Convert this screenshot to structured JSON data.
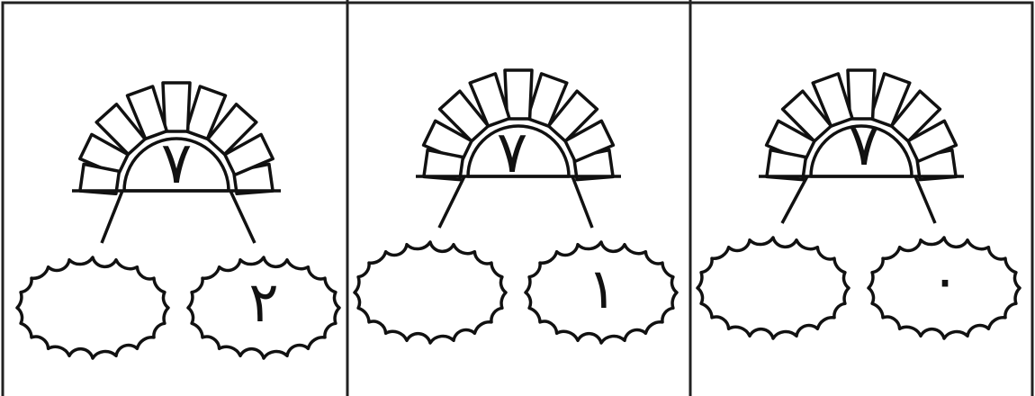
{
  "panels": [
    {
      "sun": "٧",
      "left_cloud": "",
      "right_cloud": "٢"
    },
    {
      "sun": "٧",
      "left_cloud": "",
      "right_cloud": "١"
    },
    {
      "sun": "٧",
      "left_cloud": "",
      "right_cloud": "٠"
    }
  ]
}
